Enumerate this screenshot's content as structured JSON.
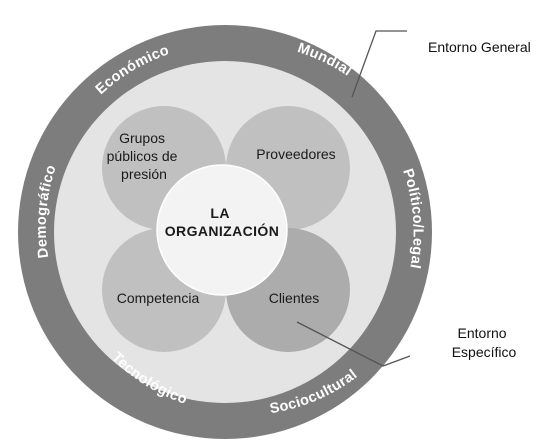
{
  "center": {
    "line1": "LA",
    "line2": "ORGANIZACIÓN"
  },
  "inner_circles": [
    {
      "lines": [
        "Grupos",
        "públicos de",
        "presión"
      ]
    },
    {
      "lines": [
        "Proveedores"
      ]
    },
    {
      "lines": [
        "Competencia"
      ]
    },
    {
      "lines": [
        "Clientes"
      ]
    }
  ],
  "ring_labels": {
    "economico": "Económico",
    "mundial": "Mundial",
    "politico_legal": "Político/Legal",
    "sociocultural": "Sociocultural",
    "tecnologico": "Tecnológico",
    "demografico": "Demográfico"
  },
  "callouts": {
    "general": "Entorno General",
    "especifico_line1": "Entorno",
    "especifico_line2": "Específico"
  },
  "colors": {
    "outer_ring": "#7d7d7d",
    "inner_field": "#e4e4e4",
    "circle_fill": "#bdbdbd",
    "circle_fill_dark": "#a9a9a9",
    "center_fill": "#f3f3f3",
    "callout_line": "#555555"
  }
}
